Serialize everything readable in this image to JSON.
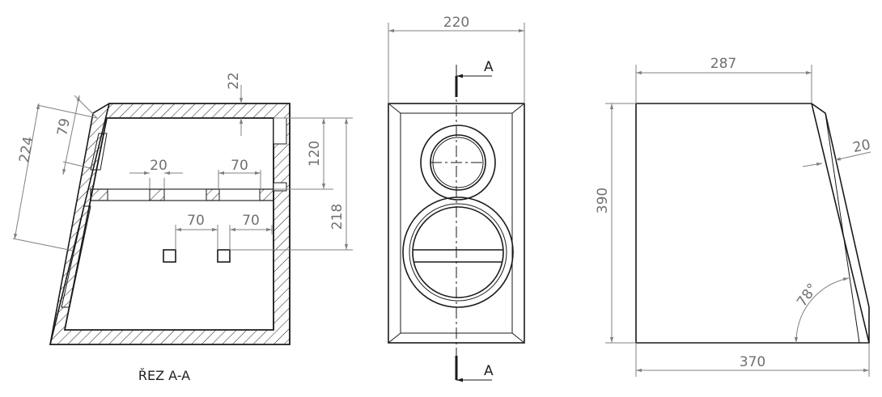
{
  "section_view": {
    "caption": "ŘEZ A-A",
    "dims": {
      "wall_thickness": "22",
      "inner_height_upper": "120",
      "total_height": "218",
      "slant_length": "224",
      "port_height": "79",
      "slot_width_1": "20",
      "slot_spacing_1": "70",
      "hole_spacing_1": "70",
      "hole_spacing_2": "70"
    }
  },
  "front_view": {
    "width_dim": "220",
    "section_label_top": "A",
    "section_label_bottom": "A"
  },
  "side_view": {
    "top_width": "287",
    "height": "390",
    "bottom_width": "370",
    "baffle_thickness": "20",
    "angle": "78°"
  }
}
